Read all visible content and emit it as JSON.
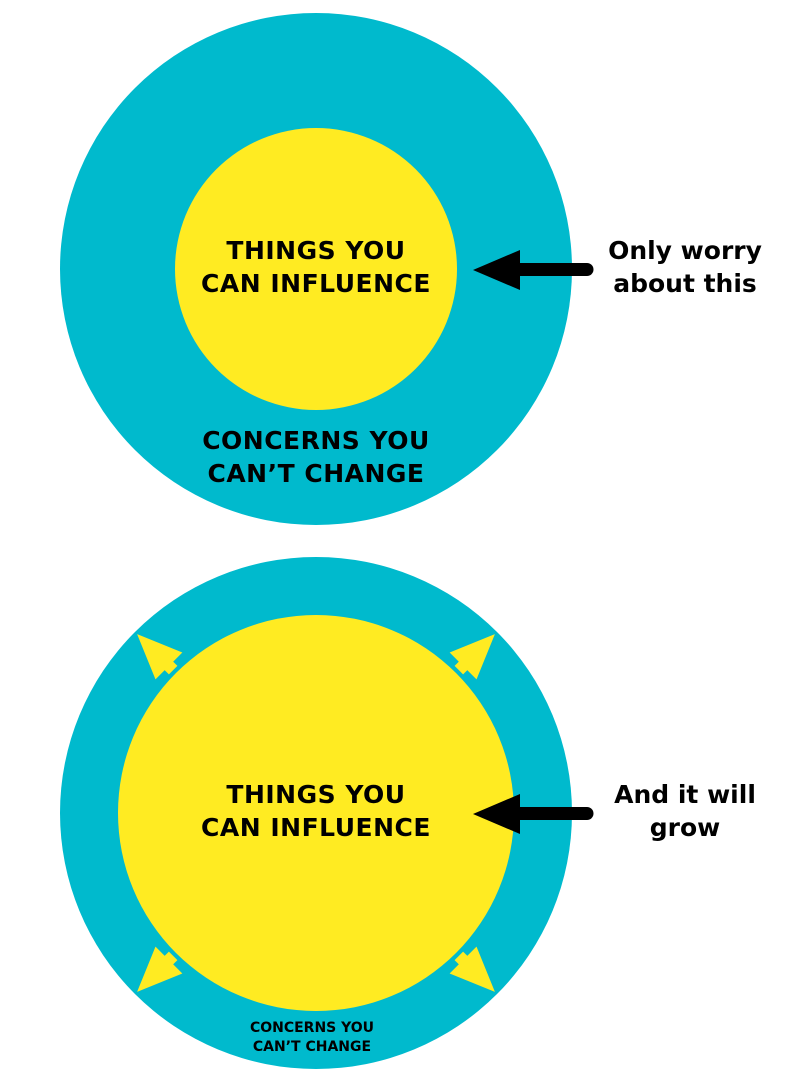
{
  "colors": {
    "outer": "#00BACD",
    "inner": "#FFEB22",
    "arrow": "#000000"
  },
  "top_diagram": {
    "inner_label": [
      "THINGS YOU",
      "CAN INFLUENCE"
    ],
    "outer_label": [
      "CONCERNS YOU",
      "CAN’T CHANGE"
    ],
    "side_note": [
      "Only worry",
      "about this"
    ]
  },
  "bottom_diagram": {
    "inner_label": [
      "THINGS YOU",
      "CAN INFLUENCE"
    ],
    "outer_label": [
      "CONCERNS YOU",
      "CAN’T CHANGE"
    ],
    "side_note": [
      "And it will",
      "grow"
    ]
  }
}
